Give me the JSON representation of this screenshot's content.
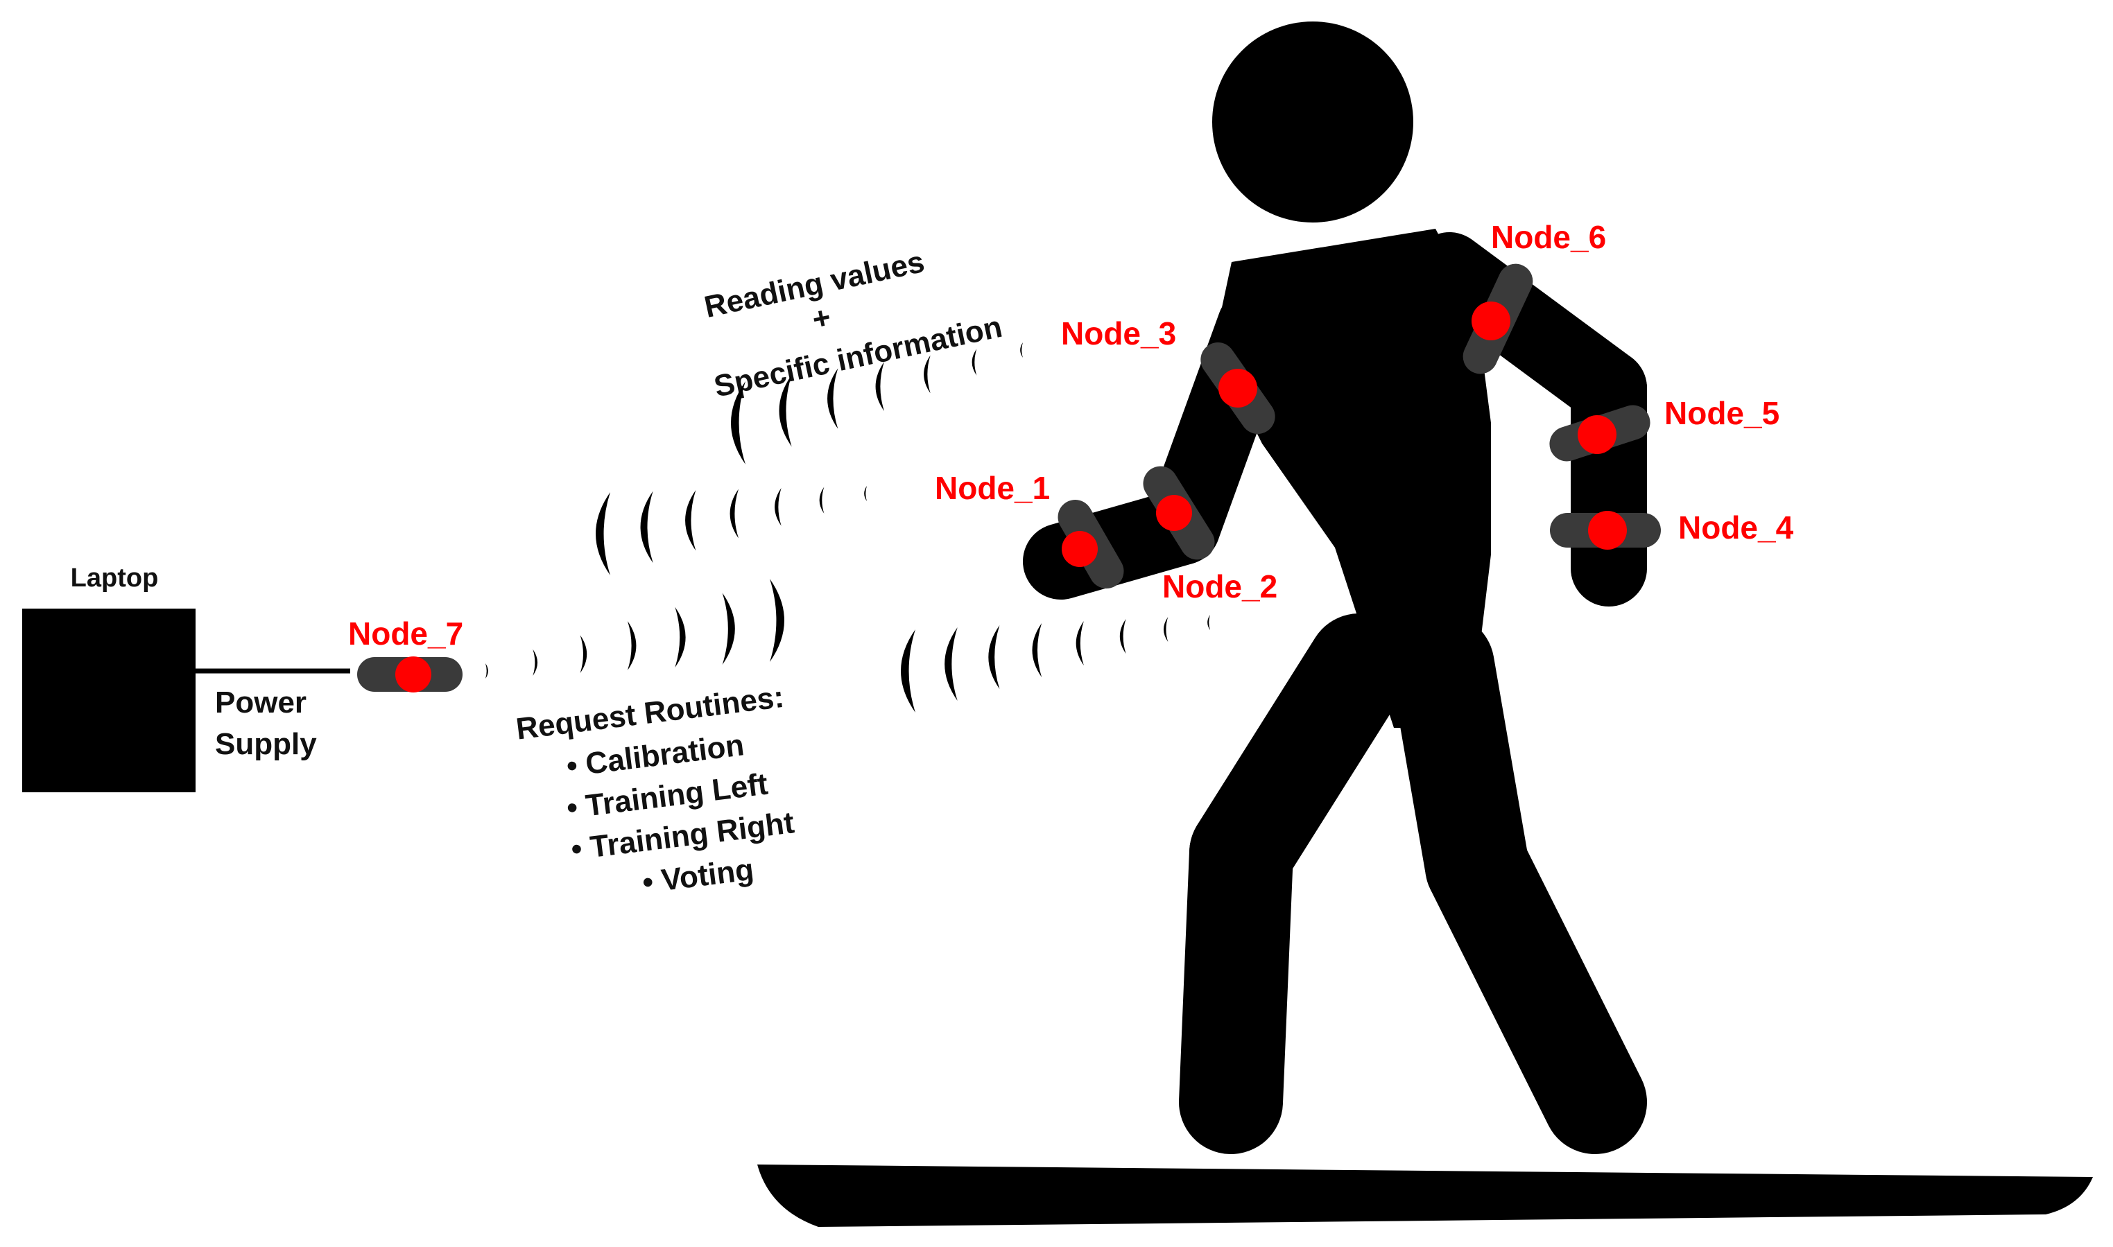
{
  "laptop": {
    "label": "Laptop"
  },
  "power_supply": {
    "line1": "Power",
    "line2": "Supply"
  },
  "upstream": {
    "line1": "Reading values",
    "line2": "+",
    "line3": "Specific information"
  },
  "downstream": {
    "title": "Request Routines:",
    "items": [
      "• Calibration",
      "• Training Left",
      "• Training Right",
      "• Voting"
    ]
  },
  "nodes": [
    {
      "id": "node_1",
      "label": "Node_1"
    },
    {
      "id": "node_2",
      "label": "Node_2"
    },
    {
      "id": "node_3",
      "label": "Node_3"
    },
    {
      "id": "node_4",
      "label": "Node_4"
    },
    {
      "id": "node_5",
      "label": "Node_5"
    },
    {
      "id": "node_6",
      "label": "Node_6"
    },
    {
      "id": "node_7",
      "label": "Node_7"
    }
  ],
  "colors": {
    "node": "#ff0000",
    "figure": "#000000",
    "sensor_band": "#3a3a3a",
    "background": "#ffffff"
  }
}
